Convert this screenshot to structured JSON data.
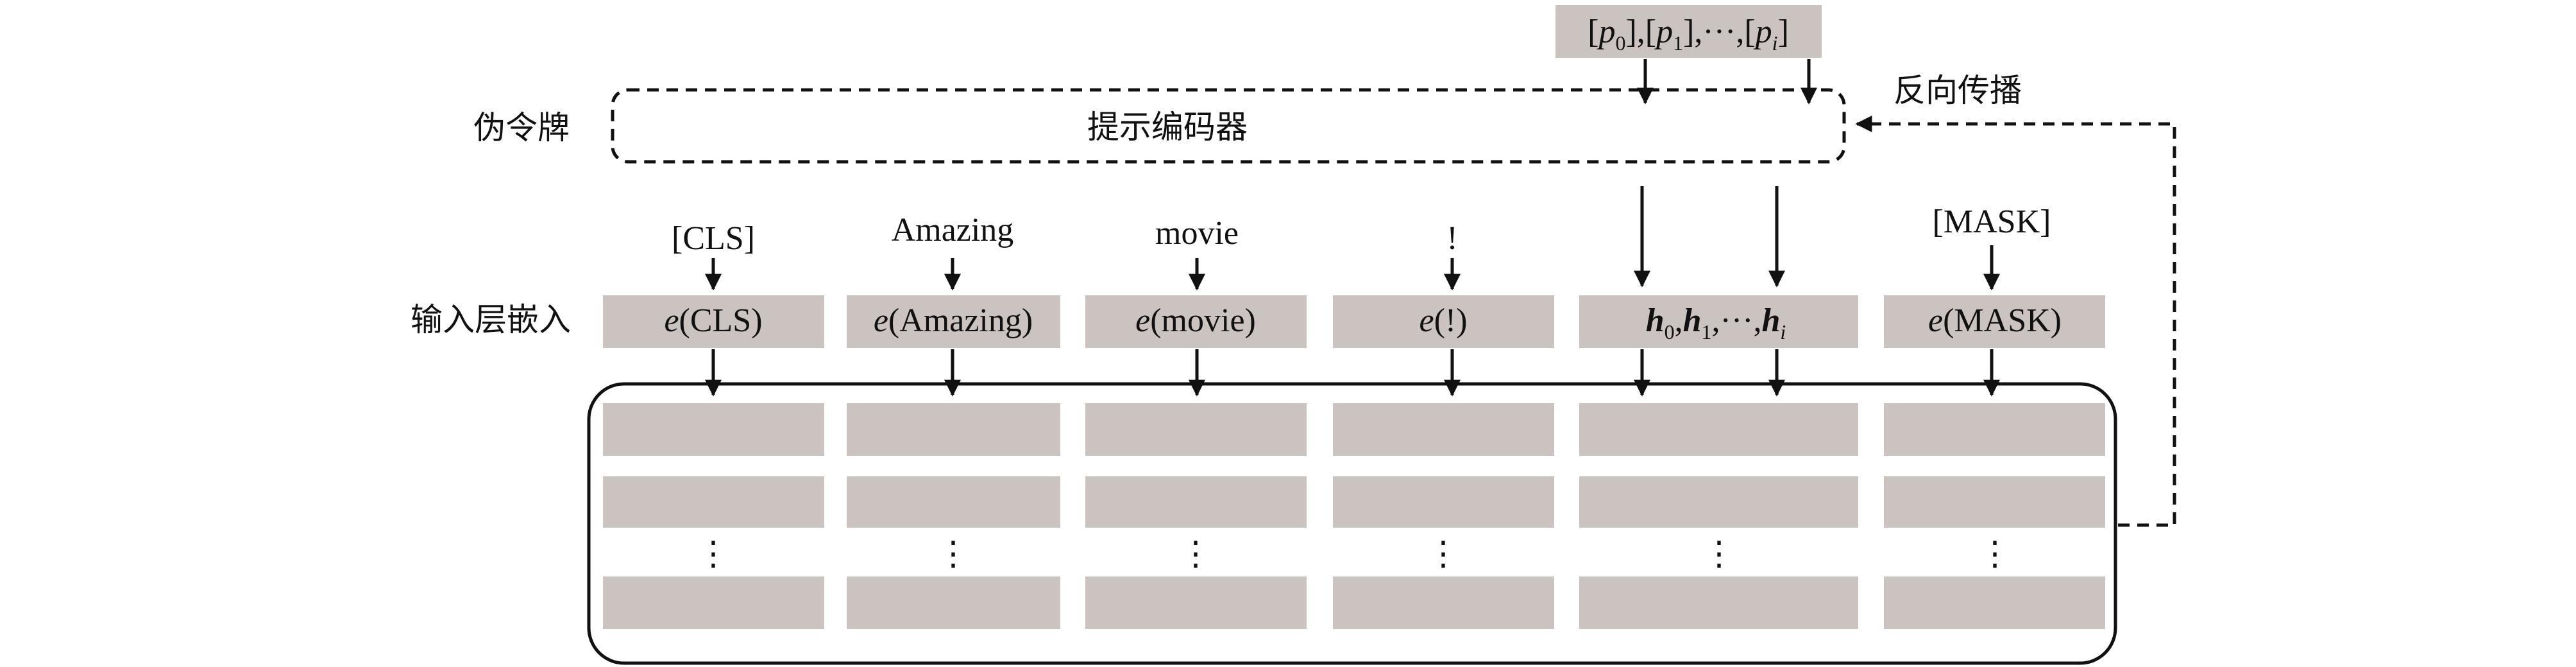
{
  "labels": {
    "prompt_tokens": "[p0],[p1],···,[pi]",
    "prompt_encoder": "提示编码器",
    "pseudo_tokens": "伪令牌",
    "backprop": "反向传播",
    "input_embedding": "输入层嵌入",
    "hidden_states": "h0,h1,···,hi"
  },
  "tokens": [
    "[CLS]",
    "Amazing",
    "movie",
    "!",
    "[MASK]"
  ],
  "embeddings": [
    "e(CLS)",
    "e(Amazing)",
    "e(movie)",
    "e(!)",
    "e(MASK)"
  ],
  "vdots": "⋮"
}
